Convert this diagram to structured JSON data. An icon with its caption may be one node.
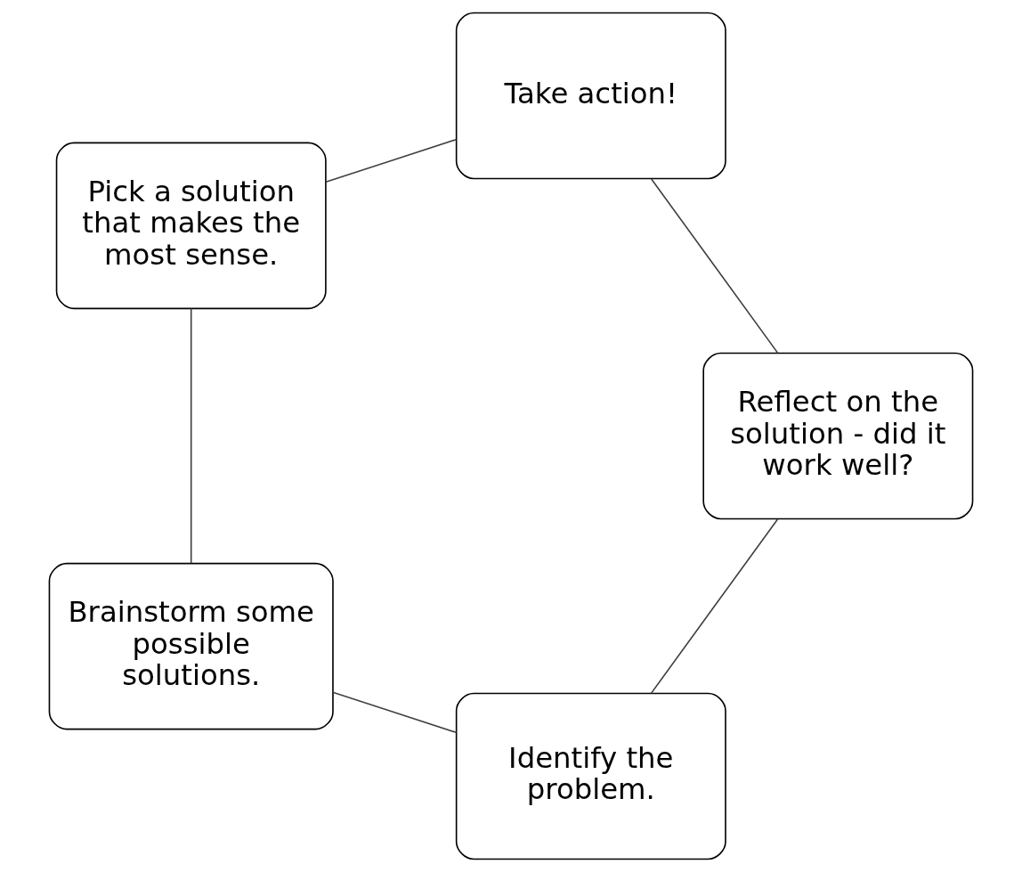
{
  "diagram": {
    "nodes": [
      {
        "text": [
          "Identify the problem."
        ]
      },
      {
        "text": [
          "Brainstorm some possible solutions."
        ]
      },
      {
        "text": [
          "Pick a solution that makes the most sense."
        ]
      },
      {
        "text": [
          "Take action!"
        ]
      },
      {
        "text": [
          "Reflect on the solution - did it work well?"
        ]
      }
    ],
    "edges": [
      {
        "from": 0,
        "to": 1,
        "arrow": "none"
      },
      {
        "from": 1,
        "to": 2,
        "arrow": "none"
      },
      {
        "from": 2,
        "to": 3,
        "arrow": "none"
      },
      {
        "from": 3,
        "to": 4,
        "arrow": "none"
      },
      {
        "from": 4,
        "to": 0,
        "arrow": "none"
      }
    ]
  }
}
